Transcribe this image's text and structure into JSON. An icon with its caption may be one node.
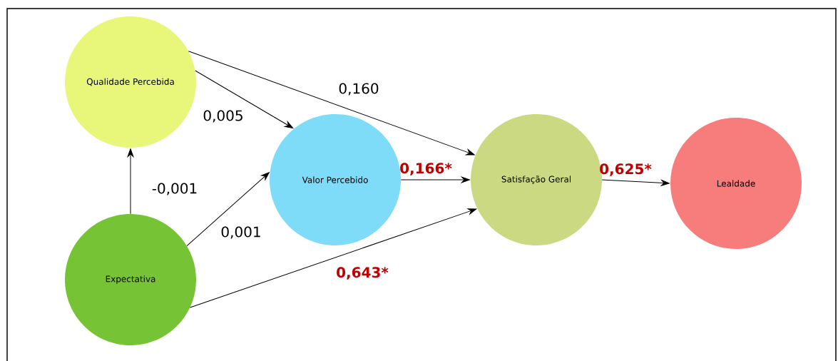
{
  "diagram": {
    "nodes": [
      {
        "text": [
          "Qualidade Percebida"
        ]
      },
      {
        "text": [
          "Expectativa"
        ]
      },
      {
        "text": [
          "Valor Percebido"
        ]
      },
      {
        "text": [
          "Satisfação Geral"
        ]
      },
      {
        "text": [
          "Lealdade"
        ]
      }
    ],
    "edges": [
      {
        "from": 1,
        "to": 0,
        "arrow": "to",
        "label": "-0,001"
      },
      {
        "from": 0,
        "to": 2,
        "arrow": "to",
        "label": "0,005"
      },
      {
        "from": 0,
        "to": 3,
        "arrow": "to",
        "label": "0,160"
      },
      {
        "from": 1,
        "to": 2,
        "arrow": "to",
        "label": "0,001"
      },
      {
        "from": 1,
        "to": 3,
        "arrow": "to",
        "label": "0,643*"
      },
      {
        "from": 2,
        "to": 3,
        "arrow": "to",
        "label": "0,166*"
      },
      {
        "from": 3,
        "to": 4,
        "arrow": "to",
        "label": "0,625*"
      }
    ]
  }
}
